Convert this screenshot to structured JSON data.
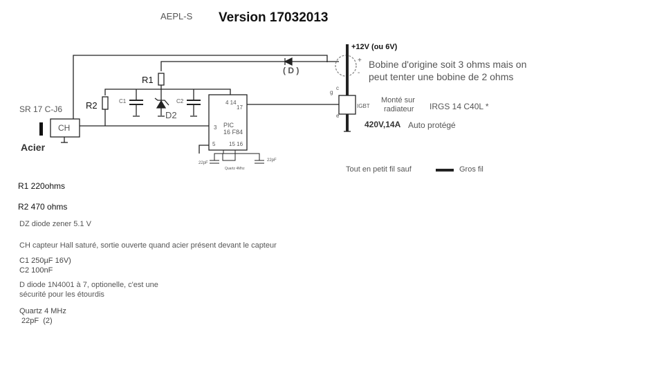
{
  "header": {
    "project": "AEPL-S",
    "version": "Version 17032013"
  },
  "schematic": {
    "supply": "+12V  (ou 6V)",
    "coil_note_1": "Bobine d'origine soit 3 ohms mais on",
    "coil_note_2": "peut tenter une bobine de 2 ohms",
    "diode_label": "( D )",
    "r1": "R1",
    "r2": "R2",
    "c1": "C1",
    "c2": "C2",
    "d2": "D2",
    "sensor_ref": "SR 17 C-J6",
    "sensor_box": "CH",
    "steel": "Acier",
    "pic_line1": "PIC",
    "pic_line2": "16 F84",
    "pin_4_14": "4 14",
    "pin_17": "17",
    "pin_3": "3",
    "pin_5": "5",
    "pin_15_16": "15  16",
    "cap_22pf_left": "22pF",
    "cap_22pf_right": "22pF",
    "quartz": "Quartz 4Mhz",
    "igbt_c": "c",
    "igbt_g": "g",
    "igbt_e": "e",
    "igbt": "IGBT",
    "mount_1": "Monté sur",
    "mount_2": "radiateur",
    "igbt_ref": "IRGS 14 C40L  *",
    "igbt_rating": "420V,14A",
    "igbt_note": "Auto protégé",
    "coil_plus": "+",
    "coil_minus": "-"
  },
  "legend": {
    "thin": "Tout en petit fil sauf",
    "thick": "Gros fil"
  },
  "parts_list": [
    "R1   220ohms",
    "R2   470 ohms",
    "DZ diode zener  5.1 V",
    "CH capteur Hall saturé,  sortie ouverte quand acier présent devant le capteur",
    "C1 250µF 16V)",
    "C2 100nF",
    "D diode 1N4001 à 7, optionelle, c'est une",
    "sécurité pour les étourdis",
    "Quartz 4 MHz",
    " 22pF  (2)"
  ]
}
